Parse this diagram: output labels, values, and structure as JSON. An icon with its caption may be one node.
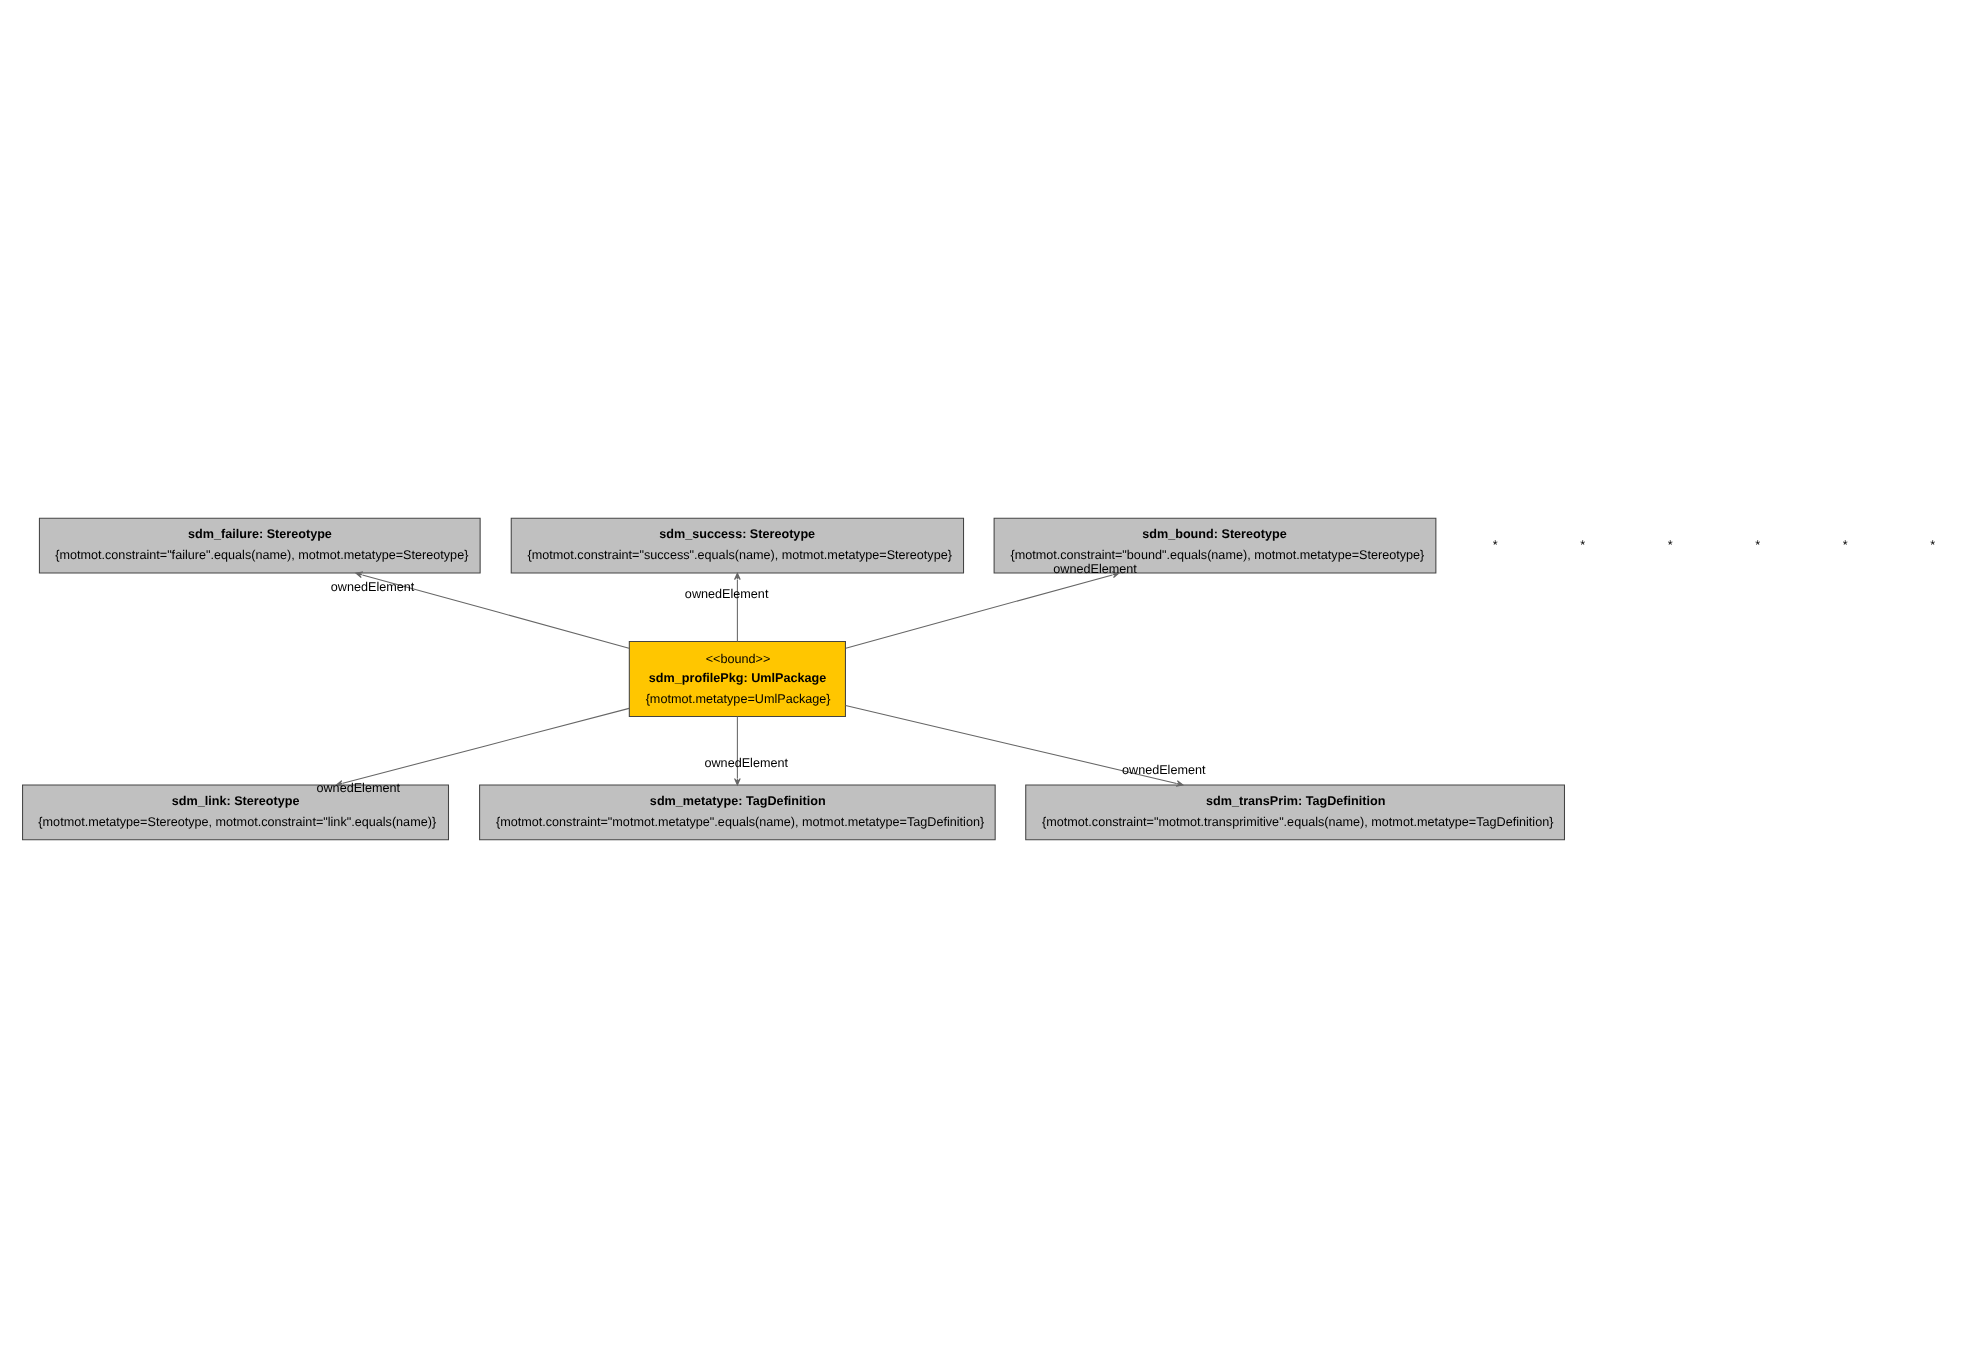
{
  "diagram": {
    "nodes": [
      {
        "text": [
          "sdm_failure: Stereotype",
          "{motmot.constraint=\"failure\".equals(name), motmot.metatype=Stereotype}"
        ]
      },
      {
        "text": [
          "sdm_success: Stereotype",
          "{motmot.constraint=\"success\".equals(name), motmot.metatype=Stereotype}"
        ]
      },
      {
        "text": [
          "sdm_bound: Stereotype",
          "{motmot.constraint=\"bound\".equals(name), motmot.metatype=Stereotype}"
        ]
      },
      {
        "text": [
          "<<bound>>",
          "sdm_profilePkg: UmlPackage",
          "{motmot.metatype=UmlPackage}"
        ]
      },
      {
        "text": [
          "sdm_link: Stereotype",
          "{motmot.metatype=Stereotype, motmot.constraint=\"link\".equals(name)}"
        ]
      },
      {
        "text": [
          "sdm_metatype: TagDefinition",
          "{motmot.constraint=\"motmot.metatype\".equals(name), motmot.metatype=TagDefinition}"
        ]
      },
      {
        "text": [
          "sdm_transPrim: TagDefinition",
          "{motmot.constraint=\"motmot.transprimitive\".equals(name), motmot.metatype=TagDefinition}"
        ]
      }
    ],
    "edges": [
      {
        "from": 3,
        "to": 0,
        "arrow": "to",
        "label": "ownedElement"
      },
      {
        "from": 3,
        "to": 1,
        "arrow": "to",
        "label": "ownedElement"
      },
      {
        "from": 3,
        "to": 2,
        "arrow": "to",
        "label": "ownedElement"
      },
      {
        "from": 3,
        "to": 4,
        "arrow": "to",
        "label": "ownedElement"
      },
      {
        "from": 3,
        "to": 5,
        "arrow": "to",
        "label": "ownedElement"
      },
      {
        "from": 3,
        "to": 6,
        "arrow": "to",
        "label": "ownedElement"
      }
    ],
    "labels": [
      "*",
      "*",
      "*",
      "*",
      "*",
      "*"
    ]
  }
}
